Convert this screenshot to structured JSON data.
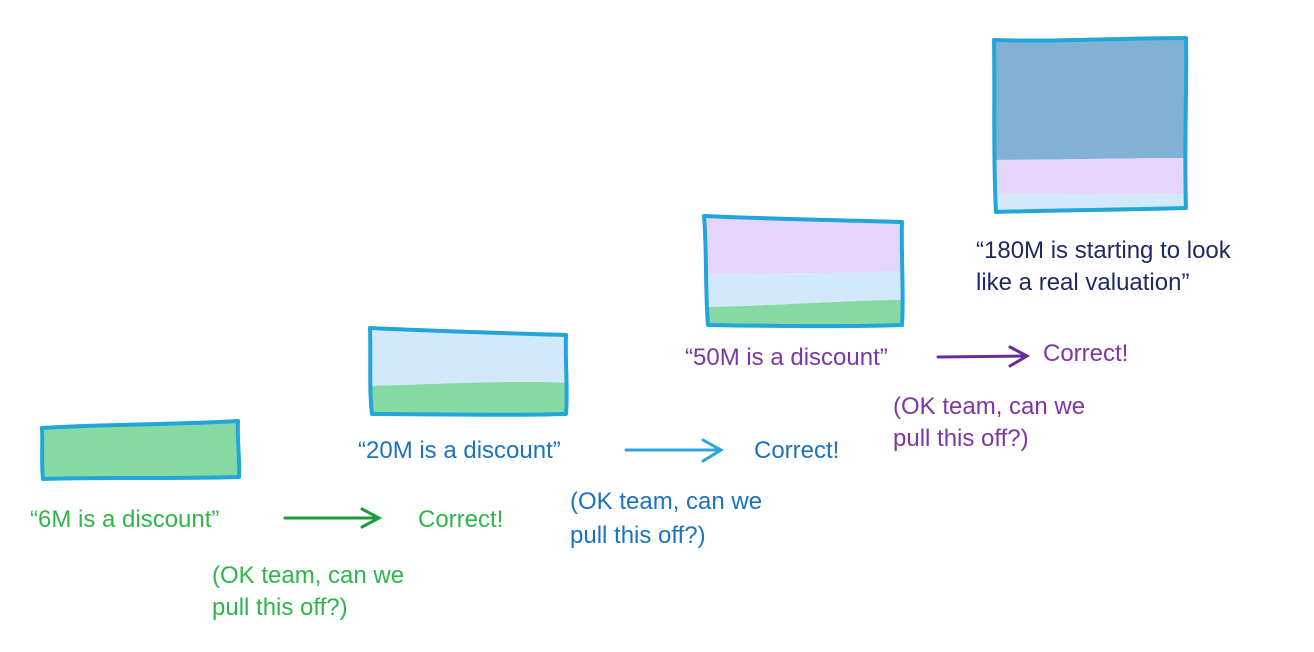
{
  "palette": {
    "green_fill": "#86d9a1",
    "green_text": "#2fb54a",
    "light_blue_fill": "#d2e9fb",
    "blue_text": "#1a73c0",
    "lavender_fill": "#e6d5fa",
    "purple_text": "#7e36a3",
    "steel_blue_fill": "#82b1d6",
    "navy_text": "#1d2a63",
    "box_stroke": "#22a6d8"
  },
  "steps": [
    {
      "quote": "“6M is a discount”",
      "result": "Correct!",
      "note_line1": "(OK team, can we",
      "note_line2": "pull this off?)"
    },
    {
      "quote": "“20M is a discount”",
      "result": "Correct!",
      "note_line1": "(OK team, can we",
      "note_line2": "pull this off?)"
    },
    {
      "quote": "“50M is a discount”",
      "result": "Correct!",
      "note_line1": "(OK team, can we",
      "note_line2": "pull this off?)"
    },
    {
      "quote_line1": "“180M is starting to look",
      "quote_line2": "like a real valuation”"
    }
  ]
}
